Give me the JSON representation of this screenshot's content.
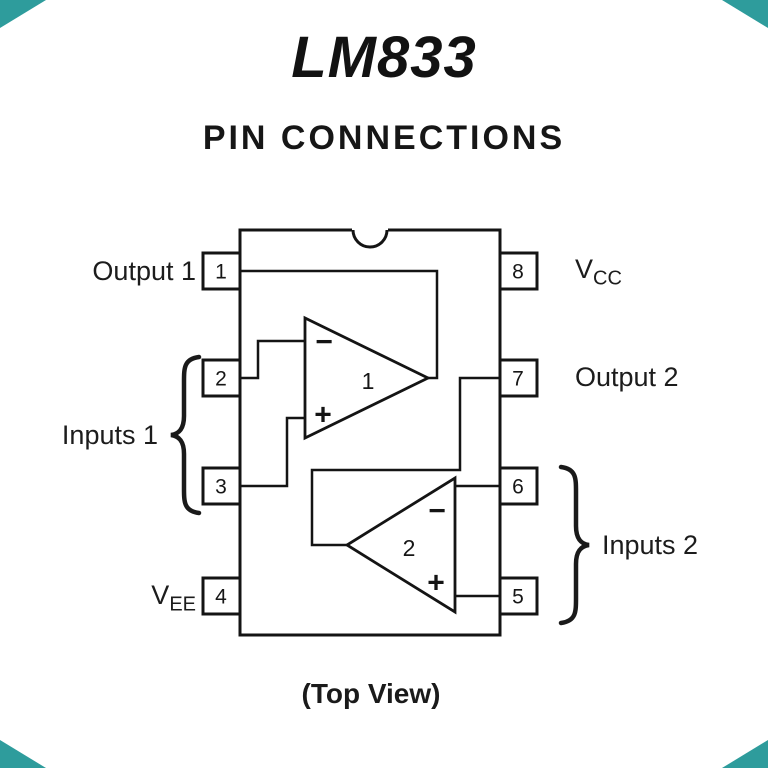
{
  "title": "LM833",
  "subtitle": "PIN CONNECTIONS",
  "footer": "(Top View)",
  "colors": {
    "corner_accent": "#2e9c9c",
    "ink": "#141414"
  },
  "package": {
    "left_pins": [
      {
        "number": "1"
      },
      {
        "number": "2"
      },
      {
        "number": "3"
      },
      {
        "number": "4"
      }
    ],
    "right_pins": [
      {
        "number": "8"
      },
      {
        "number": "7"
      },
      {
        "number": "6"
      },
      {
        "number": "5"
      }
    ]
  },
  "opamps": [
    {
      "number": "1",
      "inverting_sign": "−",
      "noninverting_sign": "+"
    },
    {
      "number": "2",
      "inverting_sign": "−",
      "noninverting_sign": "+"
    }
  ],
  "labels": {
    "output1": "Output 1",
    "inputs1": "Inputs 1",
    "vee_base": "V",
    "vee_sub": "EE",
    "vcc_base": "V",
    "vcc_sub": "CC",
    "output2": "Output 2",
    "inputs2": "Inputs 2"
  }
}
